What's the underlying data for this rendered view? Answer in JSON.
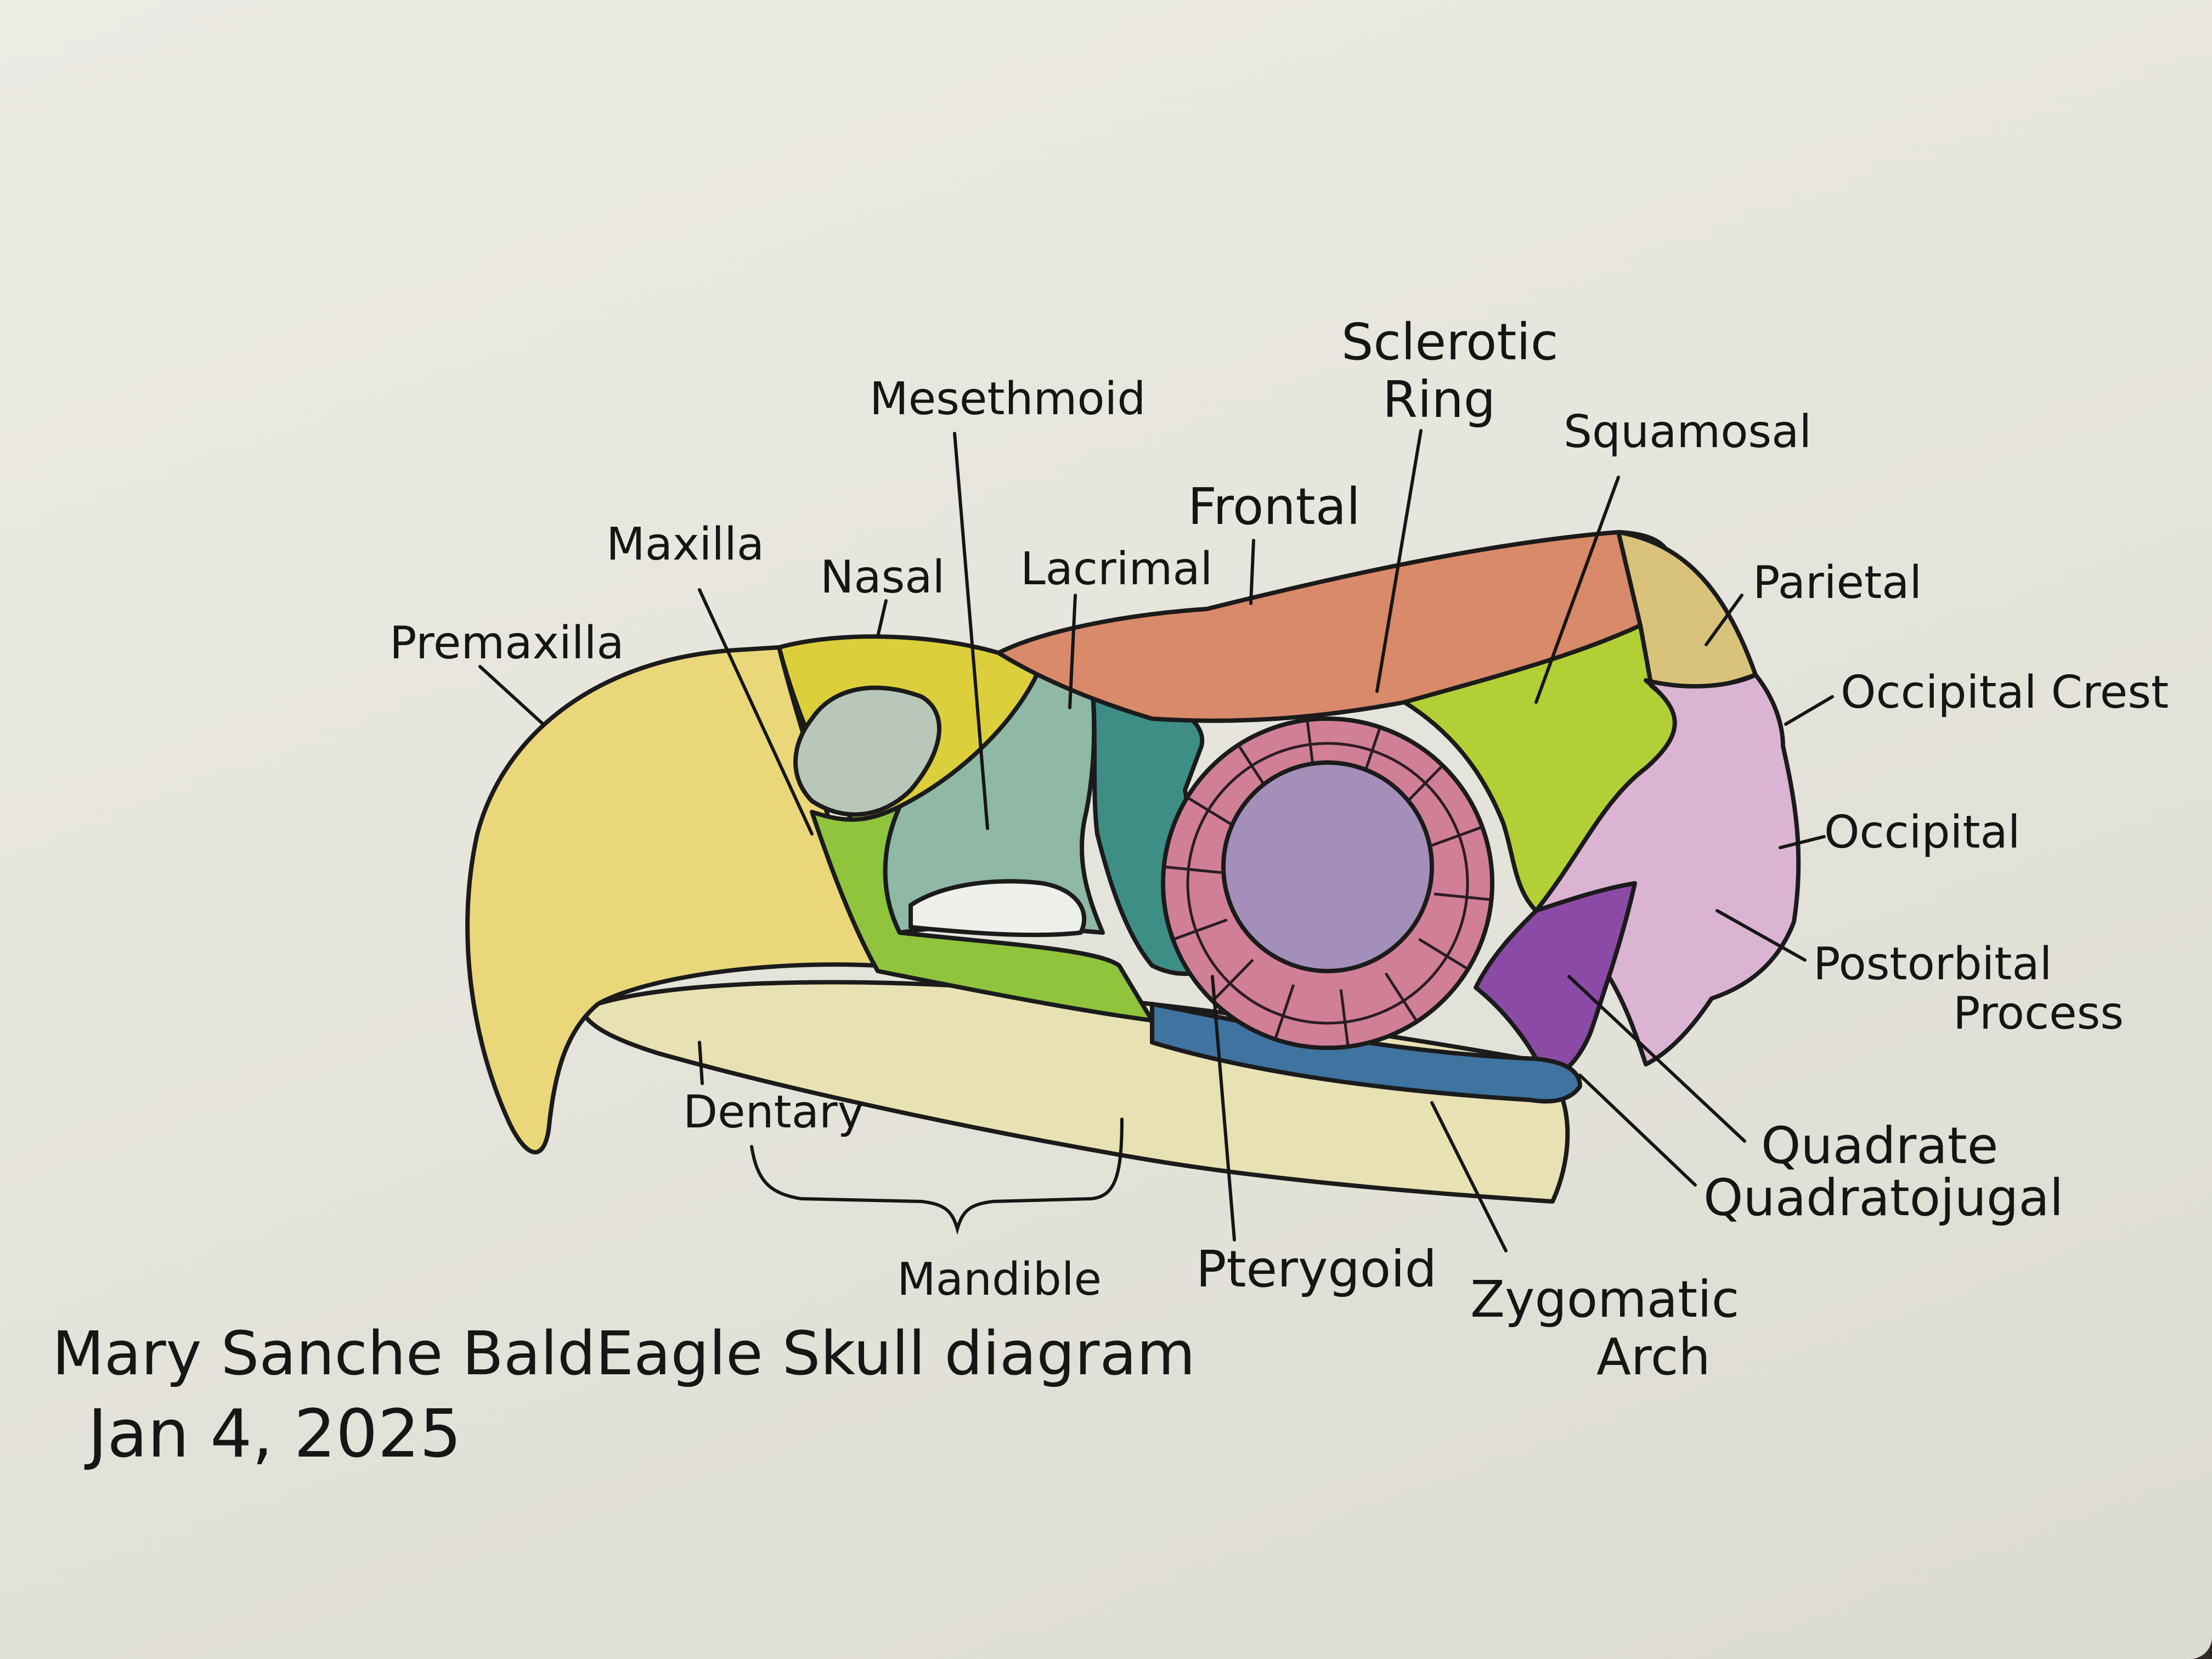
{
  "diagram": {
    "labels": {
      "premaxilla": "Premaxilla",
      "maxilla": "Maxilla",
      "nasal": "Nasal",
      "mesethmoid": "Mesethmoid",
      "lacrimal": "Lacrimal",
      "frontal": "Frontal",
      "sclerotic_line1": "Sclerotic",
      "sclerotic_line2": "Ring",
      "squamosal": "Squamosal",
      "parietal": "Parietal",
      "occipital_crest": "Occipital Crest",
      "occipital": "Occipital",
      "postorbital_line1": "Postorbital",
      "postorbital_line2": "Process",
      "quadrate": "Quadrate",
      "quadratojugal": "Quadratojugal",
      "zygomatic_line1": "Zygomatic",
      "zygomatic_line2": "Arch",
      "pterygoid": "Pterygoid",
      "mandible": "Mandible",
      "dentary": "Dentary"
    },
    "colors": {
      "premaxilla": "#ead77a",
      "maxilla": "#dccf3c",
      "nasal_green": "#8fc43c",
      "mesethmoid": "#8fb8a6",
      "lacrimal": "#3d8f86",
      "frontal": "#d98a6a",
      "sclerotic_ring": "#d17f97",
      "sclerotic_center": "#a38fb9",
      "squamosal": "#b3cf36",
      "parietal": "#d9c27a",
      "occipital": "#dcb4d3",
      "quadrate": "#8b4aa6",
      "zygomatic": "#3f73a0",
      "mandible": "#e8e1b3"
    }
  },
  "caption": {
    "line1": "Mary Sanche BaldEagle Skull diagram",
    "line2": "Jan 4, 2025"
  }
}
